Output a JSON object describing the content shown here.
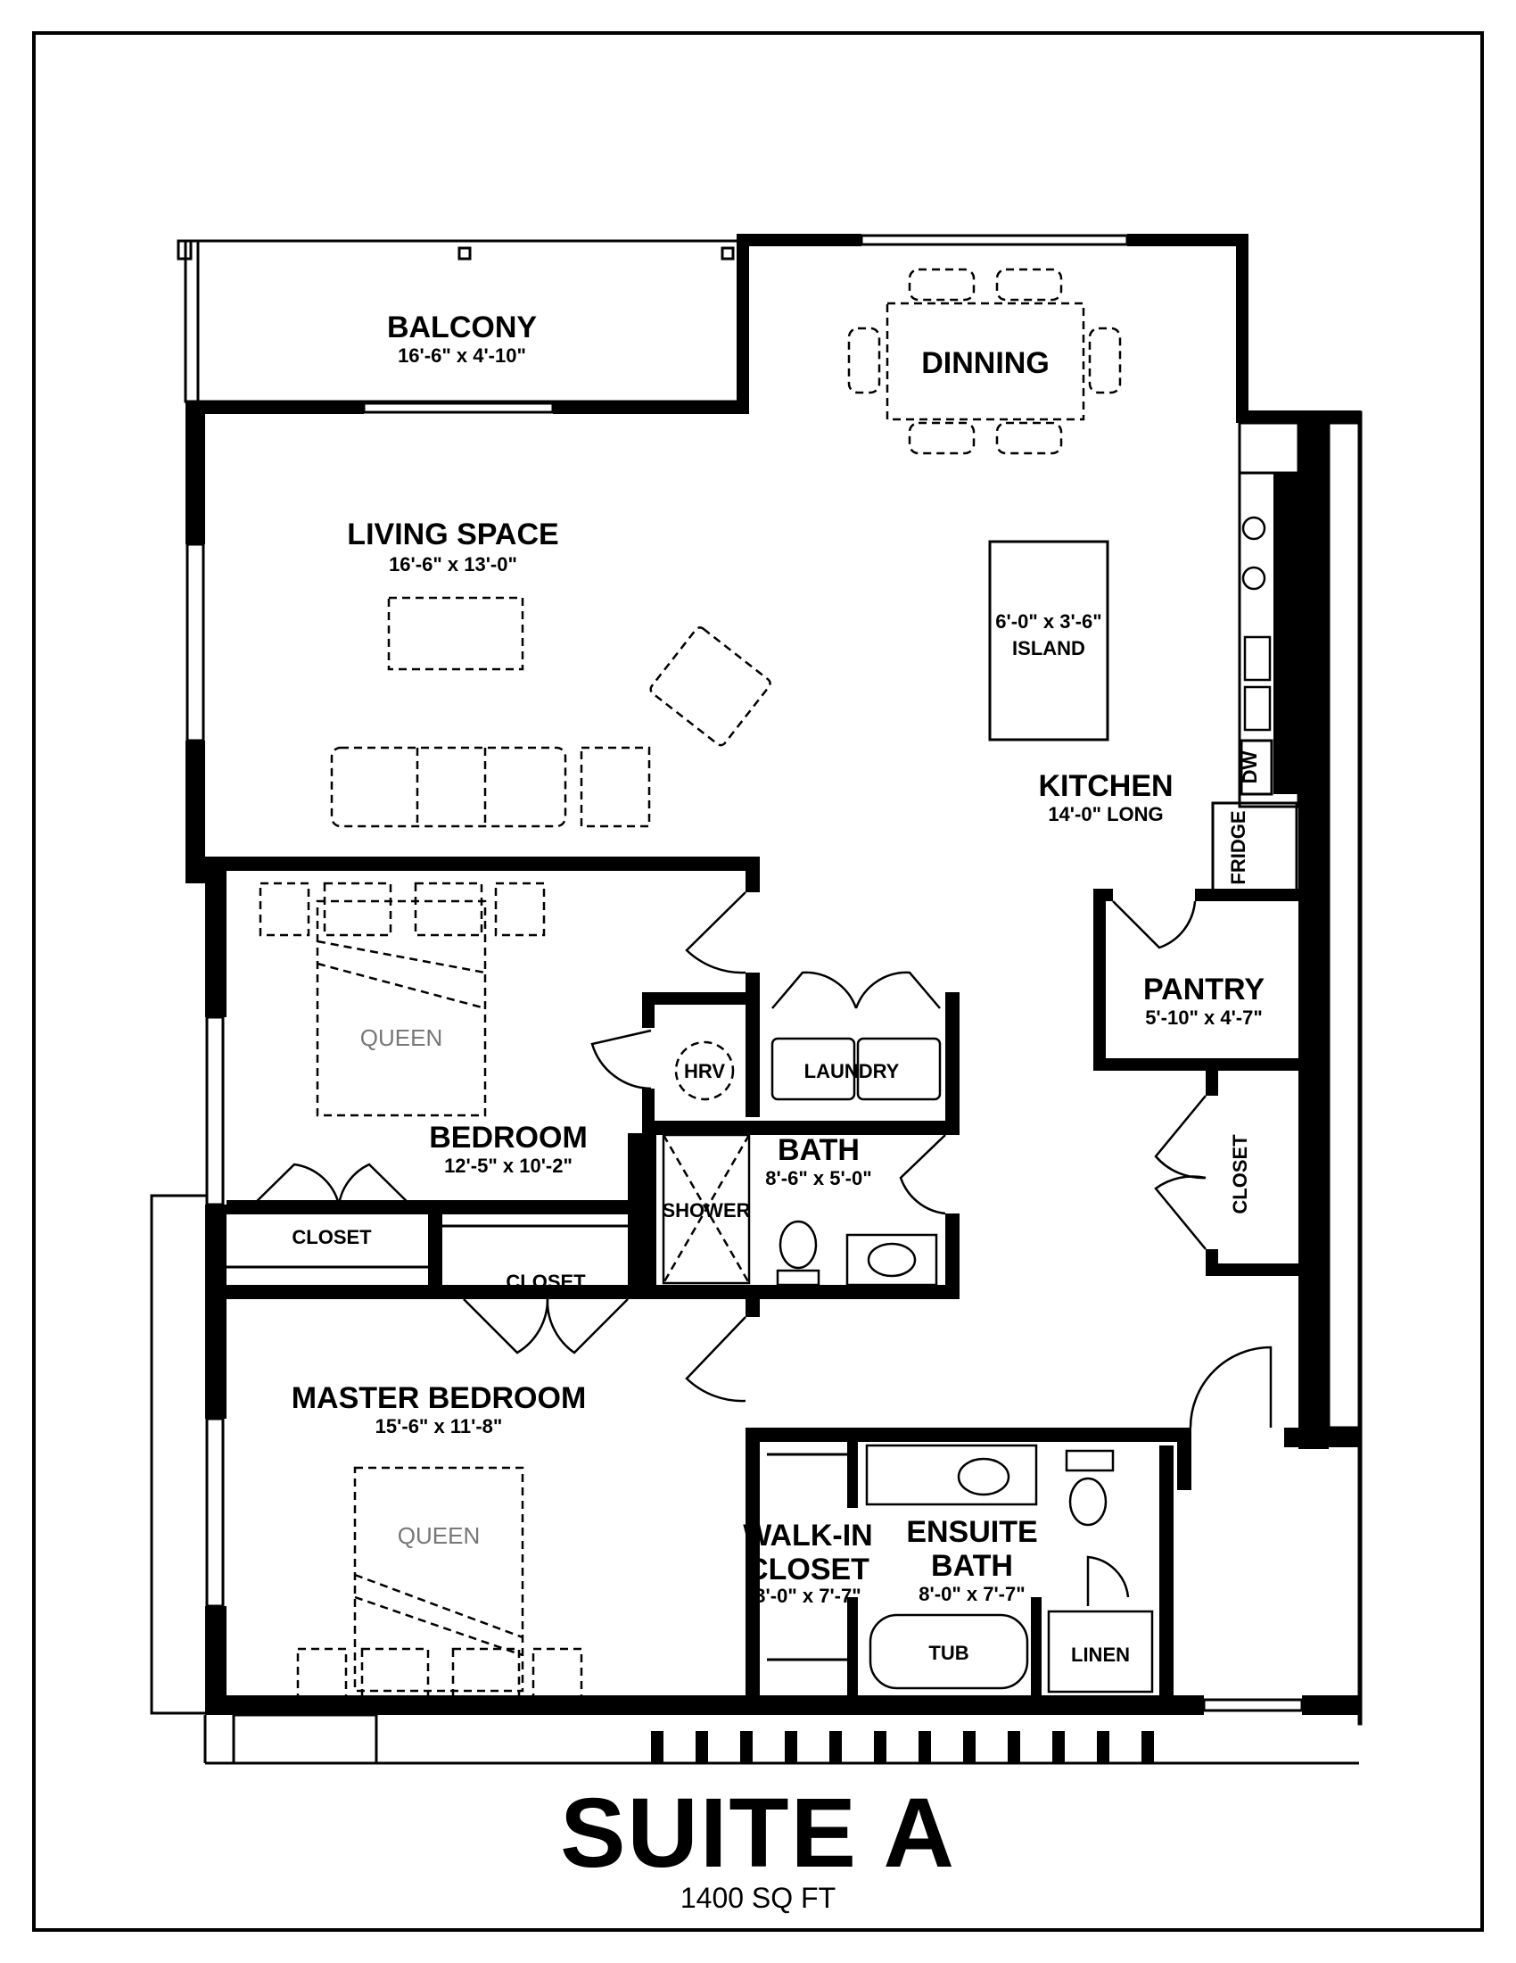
{
  "title": "SUITE A",
  "area": "1400 SQ FT",
  "rooms": {
    "balcony": {
      "name": "BALCONY",
      "dims": "16'-6\" x 4'-10\""
    },
    "dining": {
      "name": "DINNING"
    },
    "living": {
      "name": "LIVING SPACE",
      "dims": "16'-6\" x 13'-0\""
    },
    "island": {
      "dims": "6'-0\" x 3'-6\"",
      "name": "ISLAND"
    },
    "kitchen": {
      "name": "KITCHEN",
      "dims": "14'-0\" LONG"
    },
    "pantry": {
      "name": "PANTRY",
      "dims": "5'-10\" x 4'-7\""
    },
    "bedroom": {
      "name": "BEDROOM",
      "dims": "12'-5\" x 10'-2\"",
      "bed": "QUEEN"
    },
    "bath": {
      "name": "BATH",
      "dims": "8'-6\" x 5'-0\""
    },
    "master": {
      "name": "MASTER BEDROOM",
      "dims": "15'-6\" x 11'-8\"",
      "bed": "QUEEN"
    },
    "walkin": {
      "name_line1": "WALK-IN",
      "name_line2": "CLOSET",
      "dims": "3'-0\" x 7'-7\""
    },
    "ensuite": {
      "name_line1": "ENSUITE",
      "name_line2": "BATH",
      "dims": "8'-0\" x 7'-7\""
    }
  },
  "fixtures": {
    "hrv": "HRV",
    "laundry": "LAUNDRY",
    "shower": "SHOWER",
    "tub": "TUB",
    "linen": "LINEN",
    "dw": "DW",
    "fridge": "FRIDGE",
    "closet": "CLOSET"
  }
}
